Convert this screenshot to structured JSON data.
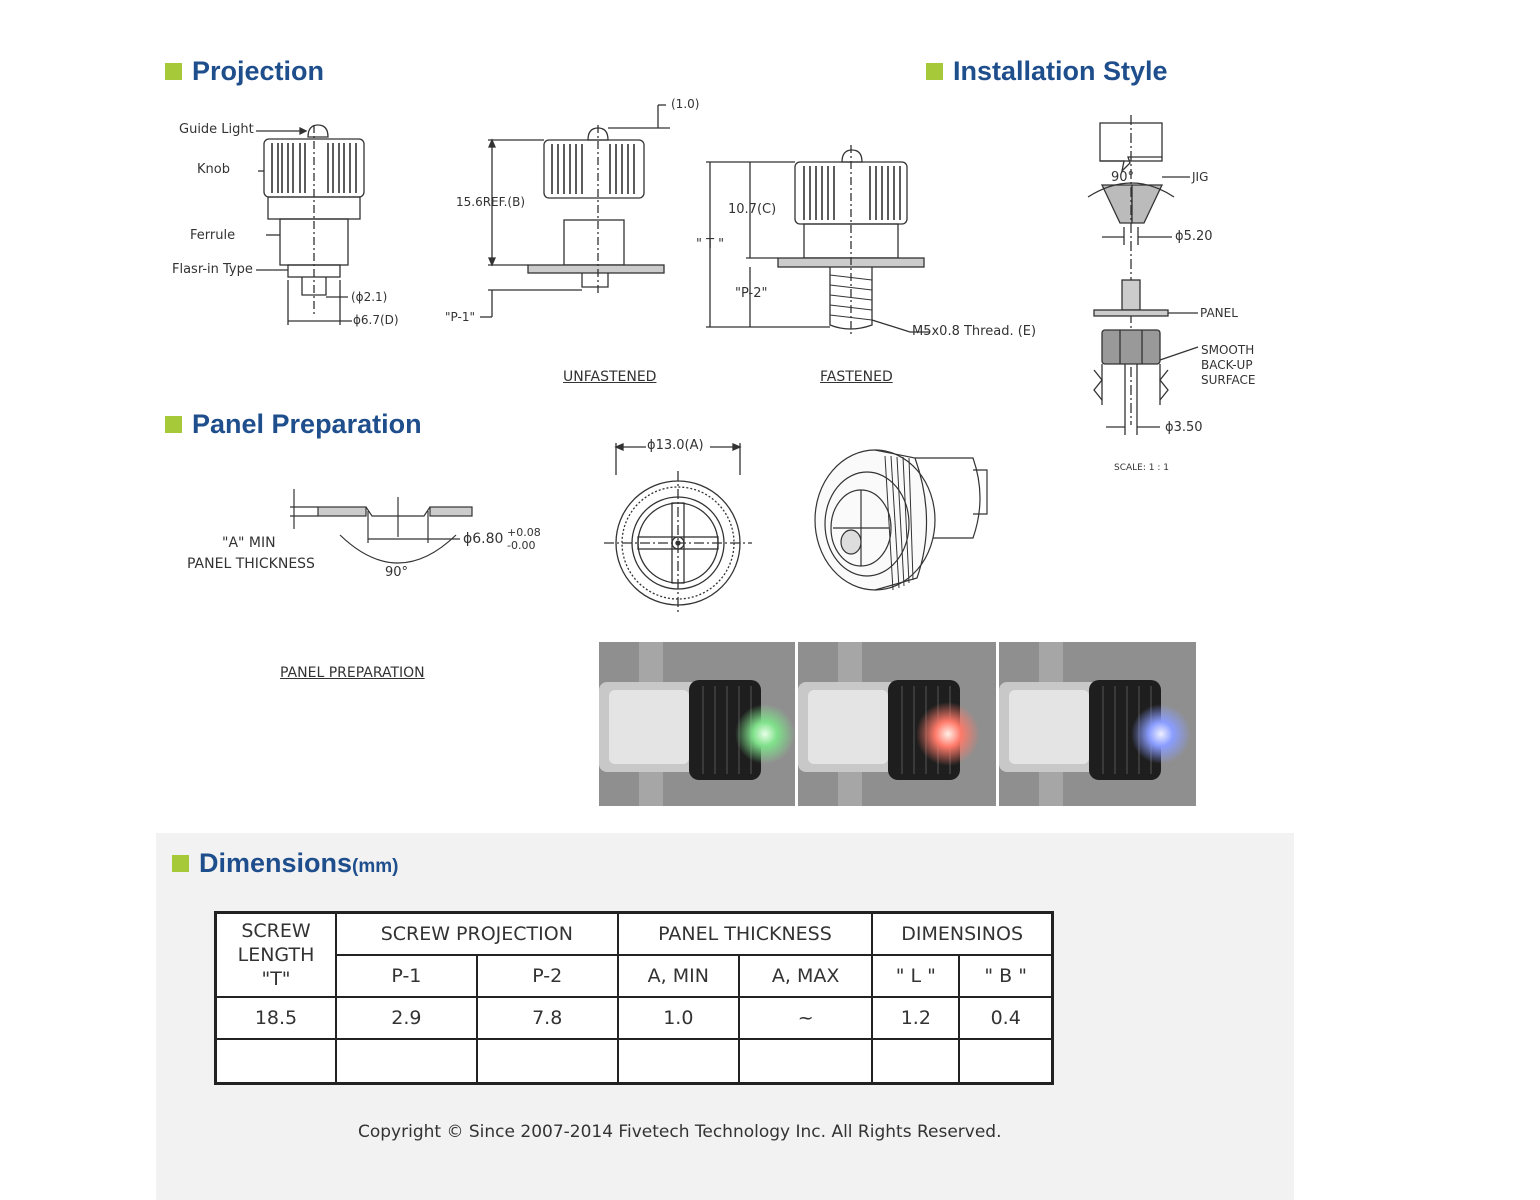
{
  "sections": {
    "projection": "Projection",
    "installation": "Installation Style",
    "panel_prep": "Panel Preparation",
    "dimensions": "Dimensions",
    "dimensions_unit": "(mm)"
  },
  "projection_labels": {
    "guide_light": "Guide Light",
    "knob": "Knob",
    "ferrule": "Ferrule",
    "flare_type": "Flasr-in Type",
    "dia_21": "(ϕ2.1)",
    "dia_67": "ϕ6.7(D)",
    "ref_10": "(1.0)",
    "ref_156": "15.6REF.(B)",
    "p1": "\"P-1\"",
    "c_107": "10.7(C)",
    "t": "\" T \"",
    "p2": "\"P-2\"",
    "thread": "M5x0.8 Thread. (E)",
    "unfastened": "UNFASTENED",
    "fastened": "FASTENED"
  },
  "installation_labels": {
    "angle": "90°",
    "jig": "JIG",
    "dia_520": "ϕ5.20",
    "panel": "PANEL",
    "smooth": "SMOOTH",
    "backup": "BACK-UP",
    "surface": "SURFACE",
    "dia_350": "ϕ3.50",
    "scale": "SCALE: 1 : 1"
  },
  "panel_labels": {
    "a_min": "\"A\" MIN",
    "panel_thickness": "PANEL THICKNESS",
    "dia_680": "ϕ6.80",
    "tol_plus": "+0.08",
    "tol_minus": "-0.00",
    "angle": "90°",
    "dia_130": "ϕ13.0(A)",
    "caption": "PANEL PREPARATION"
  },
  "photos": [
    {
      "led": "green",
      "color": "#7fe08a"
    },
    {
      "led": "red",
      "color": "#ff7a6a"
    },
    {
      "led": "blue",
      "color": "#8a9dff"
    }
  ],
  "table": {
    "h_screw": [
      "SCREW",
      "LENGTH",
      "\"T\""
    ],
    "h_projection": "SCREW PROJECTION",
    "h_panel": "PANEL THICKNESS",
    "h_dims": "DIMENSINOS",
    "sub": [
      "P-1",
      "P-2",
      "A, MIN",
      "A, MAX",
      "\" L \"",
      "\" B \""
    ],
    "rows": [
      [
        "18.5",
        "2.9",
        "7.8",
        "1.0",
        "~",
        "1.2",
        "0.4"
      ],
      [
        "",
        "",
        "",
        "",
        "",
        "",
        ""
      ]
    ]
  },
  "footer": {
    "copyright": "Copyright © Since 2007-2014 Fivetech Technology Inc. All Rights Reserved."
  },
  "colors": {
    "title": "#1f4e8c",
    "bullet": "#a6c93a",
    "panel_bg": "#f2f2f2"
  }
}
